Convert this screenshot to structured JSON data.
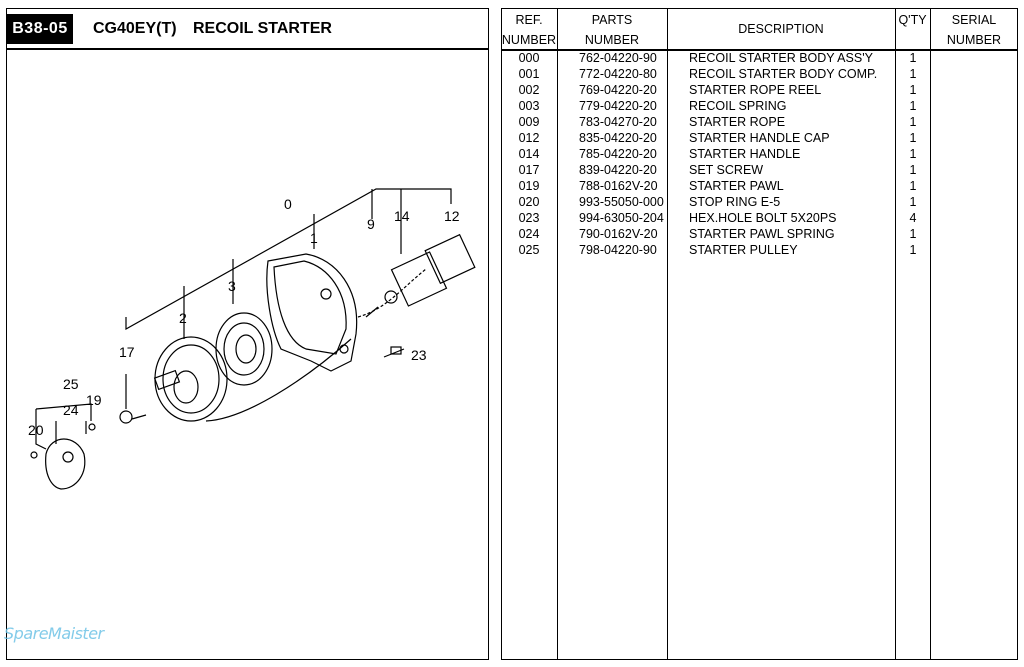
{
  "header": {
    "page_code": "B38-05",
    "model": "CG40EY(T)",
    "section_title": "RECOIL STARTER"
  },
  "diagram": {
    "callouts": [
      "0",
      "1",
      "2",
      "3",
      "9",
      "14",
      "12",
      "17",
      "23",
      "25",
      "24",
      "19",
      "20"
    ]
  },
  "table": {
    "headers": {
      "ref_line1": "REF.",
      "ref_line2": "NUMBER",
      "parts_line1": "PARTS",
      "parts_line2": "NUMBER",
      "description": "DESCRIPTION",
      "qty": "Q'TY",
      "serial_line1": "SERIAL",
      "serial_line2": "NUMBER"
    },
    "rows": [
      {
        "ref": "000",
        "part": "762-04220-90",
        "desc": "RECOIL STARTER BODY ASS'Y",
        "qty": "1"
      },
      {
        "ref": "001",
        "part": "772-04220-80",
        "desc": "RECOIL STARTER BODY COMP.",
        "qty": "1"
      },
      {
        "ref": "002",
        "part": "769-04220-20",
        "desc": "STARTER ROPE REEL",
        "qty": "1"
      },
      {
        "ref": "003",
        "part": "779-04220-20",
        "desc": "RECOIL SPRING",
        "qty": "1"
      },
      {
        "ref": "009",
        "part": "783-04270-20",
        "desc": "STARTER ROPE",
        "qty": "1"
      },
      {
        "ref": "012",
        "part": "835-04220-20",
        "desc": "STARTER HANDLE CAP",
        "qty": "1"
      },
      {
        "ref": "014",
        "part": "785-04220-20",
        "desc": "STARTER HANDLE",
        "qty": "1"
      },
      {
        "ref": "017",
        "part": "839-04220-20",
        "desc": "SET SCREW",
        "qty": "1"
      },
      {
        "ref": "019",
        "part": "788-0162V-20",
        "desc": "STARTER PAWL",
        "qty": "1"
      },
      {
        "ref": "020",
        "part": "993-55050-000",
        "desc": "STOP RING E-5",
        "qty": "1"
      },
      {
        "ref": "023",
        "part": "994-63050-204",
        "desc": "HEX.HOLE BOLT 5X20PS",
        "qty": "4"
      },
      {
        "ref": "024",
        "part": "790-0162V-20",
        "desc": "STARTER PAWL SPRING",
        "qty": "1"
      },
      {
        "ref": "025",
        "part": "798-04220-90",
        "desc": "STARTER PULLEY",
        "qty": "1"
      }
    ]
  },
  "watermark": "SpareMaister"
}
